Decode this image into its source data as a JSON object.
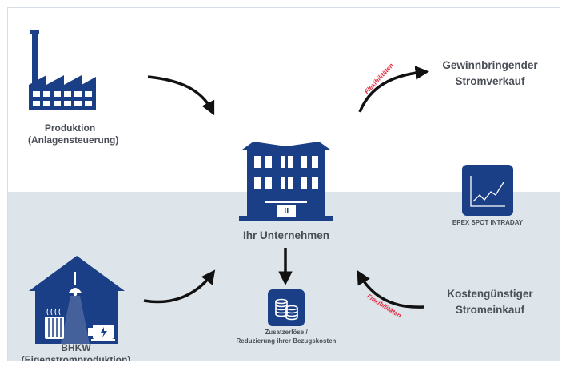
{
  "colors": {
    "icon_blue": "#1b3f86",
    "text_gray": "#4a4f57",
    "flex_red": "#e0283c",
    "band": "#dde4ea",
    "arrow": "#111111"
  },
  "nodes": {
    "production": {
      "line1": "Produktion",
      "line2": "(Anlagensteuerung)",
      "icon": "factory-icon"
    },
    "company": {
      "label": "Ihr Unternehmen",
      "icon": "office-building-icon"
    },
    "sale": {
      "line1": "Gewinnbringender",
      "line2": "Stromverkauf"
    },
    "epex": {
      "label": "EPEX SPOT INTRADAY",
      "icon": "chart-trend-icon"
    },
    "purchase": {
      "line1": "Kostengünstiger",
      "line2": "Stromeinkauf"
    },
    "revenue": {
      "line1": "Zusatzerlöse /",
      "line2": "Reduzierung ihrer Bezugskosten",
      "icon": "coins-icon"
    },
    "bhkw": {
      "line1": "BHKW",
      "line2": "(Eigenstromproduktion)",
      "icon": "house-generator-icon"
    }
  },
  "arrow_labels": {
    "top_right": "Flexibilitäten",
    "bottom_right": "Flexibilitäten"
  }
}
